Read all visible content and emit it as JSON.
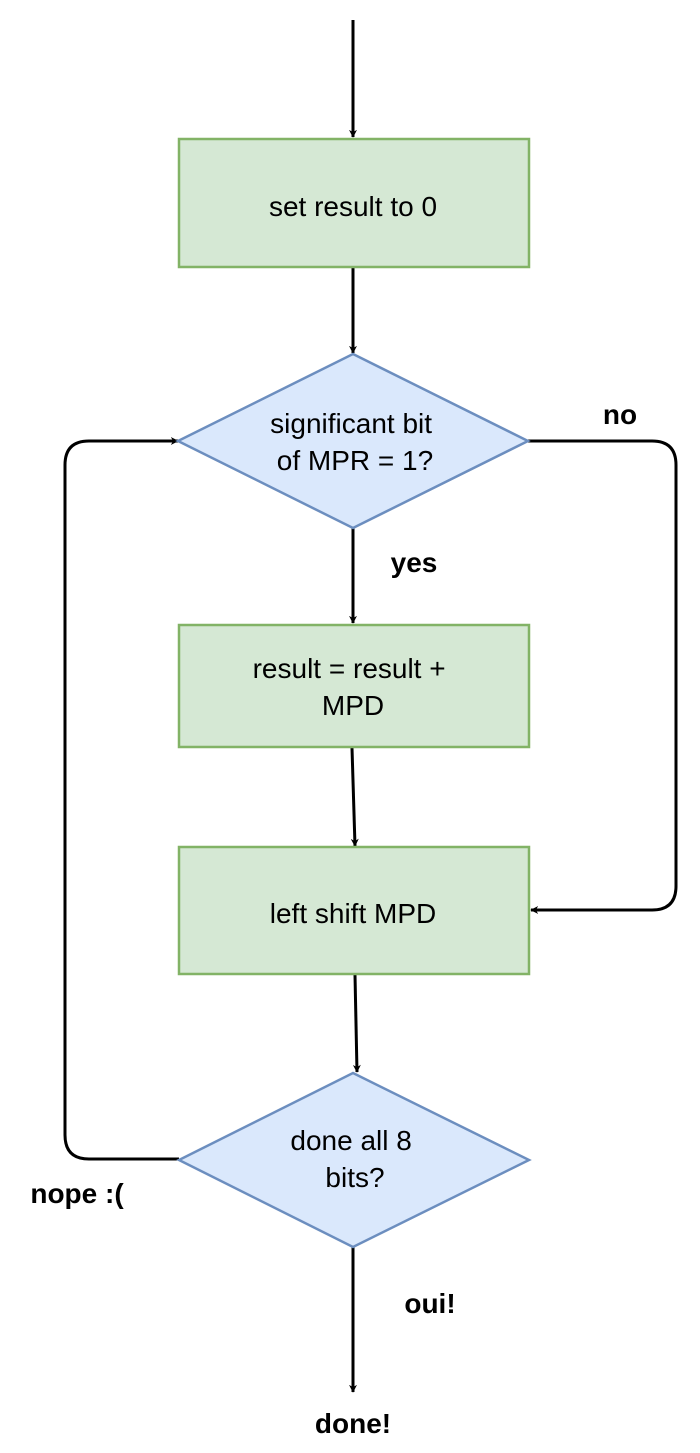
{
  "colors": {
    "process_fill": "#d5e8d4",
    "process_stroke": "#82b366",
    "decision_fill": "#dae8fc",
    "decision_stroke": "#6c8ebf",
    "edge": "#000000",
    "text": "#000000"
  },
  "nodes": {
    "set_result": {
      "lines": [
        "set result to 0"
      ]
    },
    "check_bit": {
      "lines": [
        "significant bit",
        "of MPR = 1?"
      ]
    },
    "add": {
      "lines": [
        "result = result +",
        "MPD"
      ]
    },
    "shift": {
      "lines": [
        "left shift MPD"
      ]
    },
    "done_check": {
      "lines": [
        "done all 8",
        "bits?"
      ]
    }
  },
  "edges": {
    "yes": "yes",
    "no": "no",
    "nope": "nope :(",
    "oui": "oui!",
    "done": "done!"
  }
}
